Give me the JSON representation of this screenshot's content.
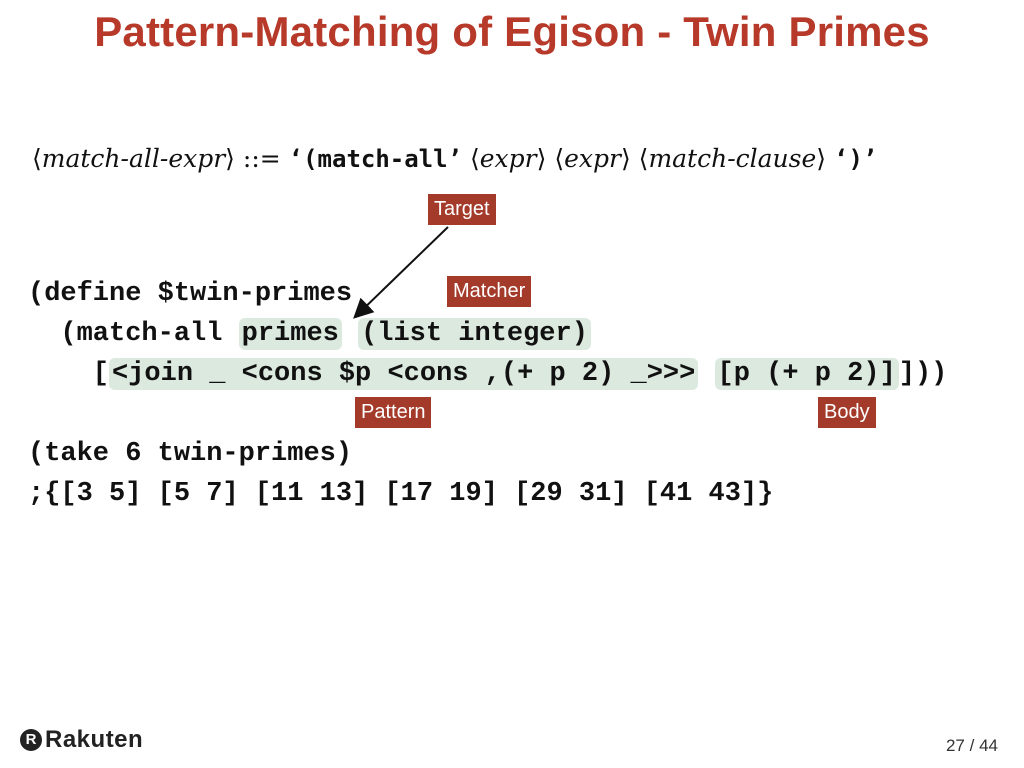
{
  "slide": {
    "title": "Pattern-Matching of Egison - Twin Primes"
  },
  "grammar": {
    "lhs": "match-all-expr",
    "def": "::=",
    "open_quote": "‘(match-all’",
    "expr1": "expr",
    "expr2": "expr",
    "clause": "match-clause",
    "close_quote": "‘)’"
  },
  "code": {
    "line1": "(define $twin-primes",
    "line2_pre": "  (match-all ",
    "target": "primes",
    "line2_mid": " ",
    "matcher": "(list integer)",
    "line3_pre": "    [",
    "pattern": "<join _ <cons $p <cons ,(+ p 2) _>>>",
    "line3_mid": " ",
    "body": "[p (+ p 2)]",
    "line3_post": "]))",
    "line4": "(take 6 twin-primes)",
    "line5": ";{[3 5] [5 7] [11 13] [17 19] [29 31] [41 43]}"
  },
  "labels": {
    "target": "Target",
    "matcher": "Matcher",
    "pattern": "Pattern",
    "body": "Body"
  },
  "colors": {
    "title": "#b7392a",
    "label_bg": "#a33a2a",
    "highlight": "#dbe9df"
  },
  "footer": {
    "logo_mark": "R",
    "logo_text": "Rakuten",
    "page_current": "27",
    "page_sep": "/",
    "page_total": "44"
  }
}
